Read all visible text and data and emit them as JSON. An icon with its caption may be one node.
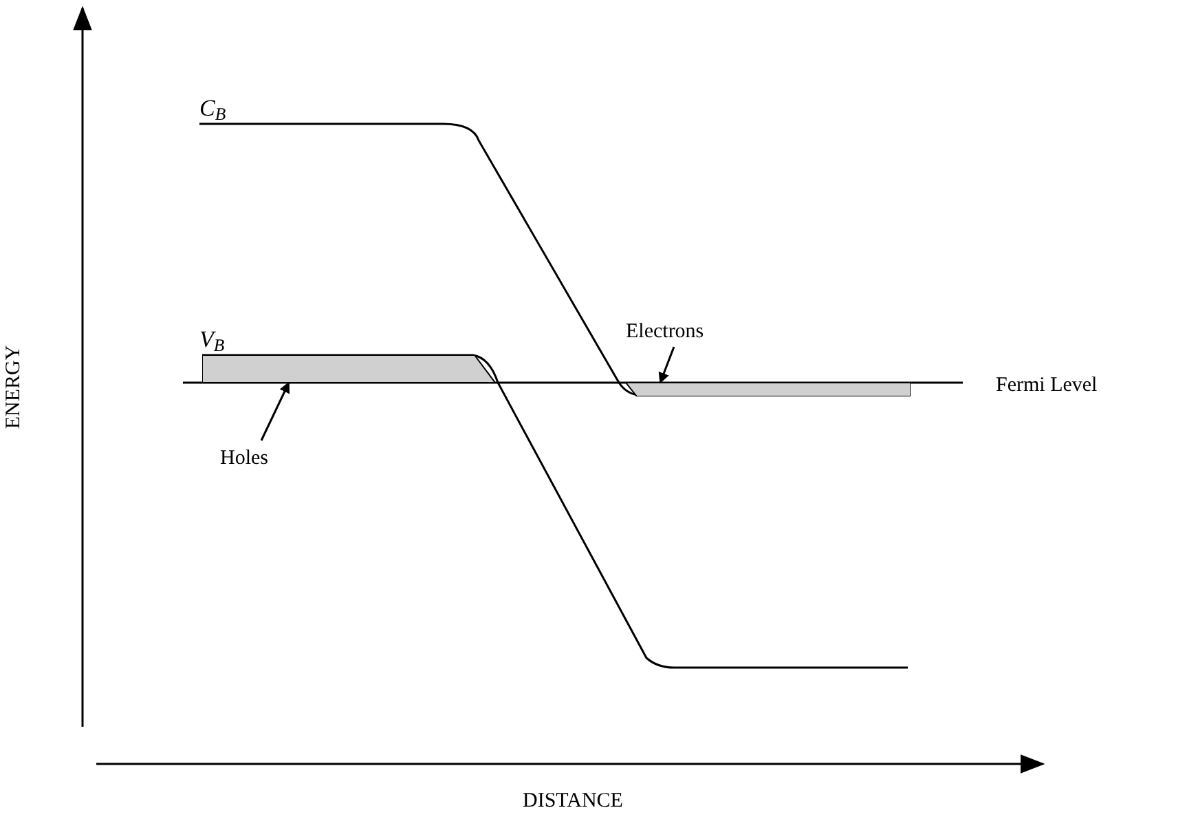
{
  "diagram": {
    "nodes": [
      {
        "text": [
          "Electrons"
        ]
      },
      {
        "text": [],
        "shape": "bar"
      },
      {
        "text": [
          "Holes"
        ]
      },
      {
        "text": [],
        "shape": "bar"
      }
    ],
    "edges": [
      {
        "from": 0,
        "to": 1,
        "arrow": "to"
      },
      {
        "from": 2,
        "to": 3,
        "arrow": "to"
      }
    ],
    "labels": [
      "C$_{B}$",
      "V$_{B}$",
      "Fermi Level",
      "ENERGY",
      "DISTANCE"
    ]
  }
}
